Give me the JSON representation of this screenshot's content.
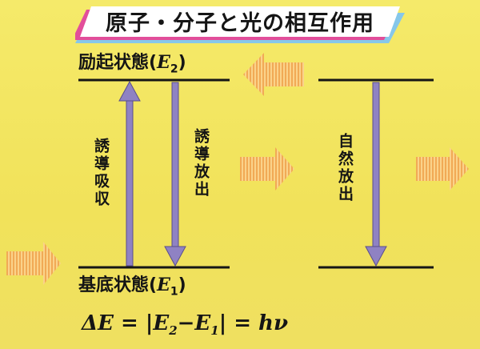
{
  "title": "原子・分子と光の相互作用",
  "levels": {
    "excited": {
      "name": "励起状態",
      "symbol": "E",
      "sub": "2"
    },
    "ground": {
      "name": "基底状態",
      "symbol": "E",
      "sub": "1"
    }
  },
  "transitions": {
    "stimulated_absorption": "誘導吸収",
    "stimulated_emission": "誘導放出",
    "spontaneous_emission": "自然放出"
  },
  "formula": {
    "lhs": "ΔE",
    "eq1": " = |",
    "e2": "E",
    "e2_sub": "2",
    "minus": "−",
    "e1": "E",
    "e1_sub": "1",
    "eq2": "| = ",
    "rhs": "hν"
  },
  "colors": {
    "background": "#f1e25a",
    "level_line": "#151515",
    "transition_arrow": "#8f82c3",
    "light_arrow_light": "#fde7a6",
    "light_arrow_dark": "#e7892e",
    "banner_fill": "#ffffff",
    "banner_shadow_pink": "#e24e9a",
    "banner_shadow_blue": "#86c7ea"
  }
}
